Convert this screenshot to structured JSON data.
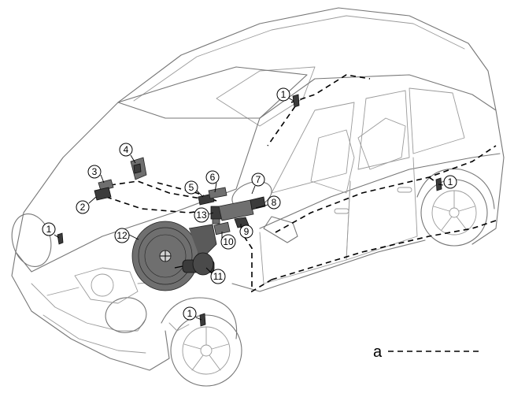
{
  "callouts": [
    "1",
    "1",
    "1",
    "1",
    "2",
    "3",
    "4",
    "5",
    "6",
    "7",
    "8",
    "9",
    "10",
    "11",
    "12",
    "13"
  ],
  "legend": {
    "label": "a"
  }
}
